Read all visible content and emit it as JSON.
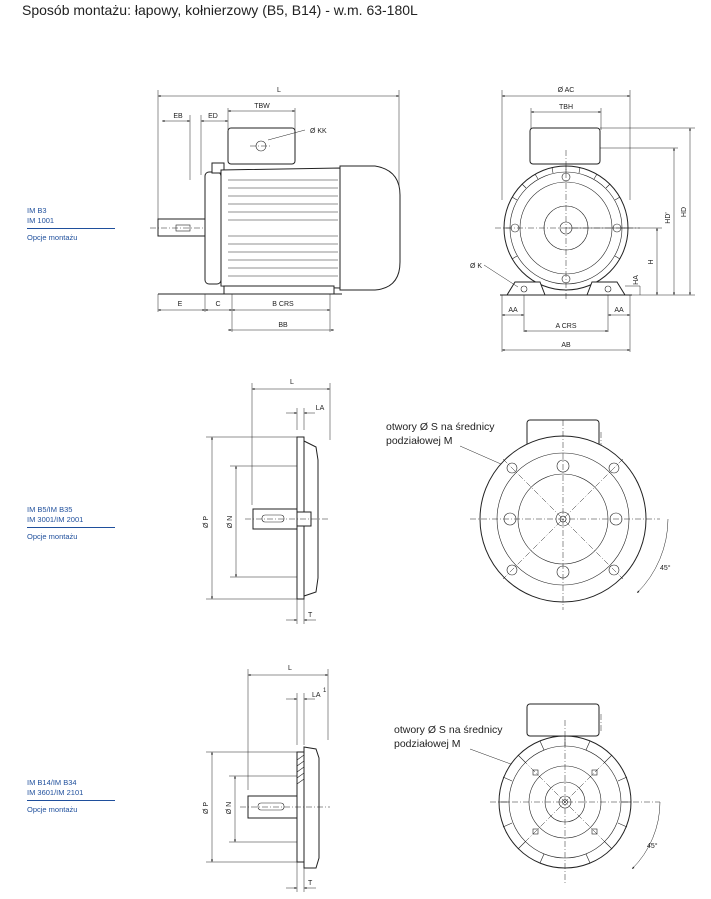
{
  "title": "Sposób montażu: łapowy, kołnierzowy (B5, B14) - w.m. 63-180L",
  "sections": [
    {
      "line1": "IM B3",
      "line2": "IM 1001",
      "options": "Opcje montażu"
    },
    {
      "line1": "IM B5/IM B35",
      "line2": "IM 3001/IM 2001",
      "options": "Opcje montażu"
    },
    {
      "line1": "IM B14/IM B34",
      "line2": "IM 3601/IM 2101",
      "options": "Opcje montażu"
    }
  ],
  "diagram1": {
    "labels": {
      "L": "L",
      "EB": "EB",
      "ED": "ED",
      "TBW": "TBW",
      "KK": "Ø KK",
      "E": "E",
      "C": "C",
      "BCRS": "B CRS",
      "BB": "BB"
    }
  },
  "diagram2": {
    "labels": {
      "AC": "Ø AC",
      "TBH": "TBH",
      "K": "Ø K",
      "AA": "AA",
      "ACRS": "A CRS",
      "AB": "AB",
      "HD": "HD",
      "HDp": "HD'",
      "H": "H",
      "HA": "HA"
    }
  },
  "diagram3": {
    "labels": {
      "L": "L",
      "LA": "LA",
      "P": "Ø P",
      "N": "Ø N",
      "T": "T"
    }
  },
  "diagram4": {
    "note1": "otwory Ø S na średnicy",
    "note2": "podziałowej M",
    "angle": "45°"
  },
  "diagram5": {
    "labels": {
      "L": "L",
      "LA": "LA",
      "LA_sup": "1",
      "P": "Ø P",
      "N": "Ø N",
      "T": "T"
    }
  },
  "diagram6": {
    "note1": "otwory Ø S na średnicy",
    "note2": "podziałowej M",
    "angle": "45°"
  }
}
